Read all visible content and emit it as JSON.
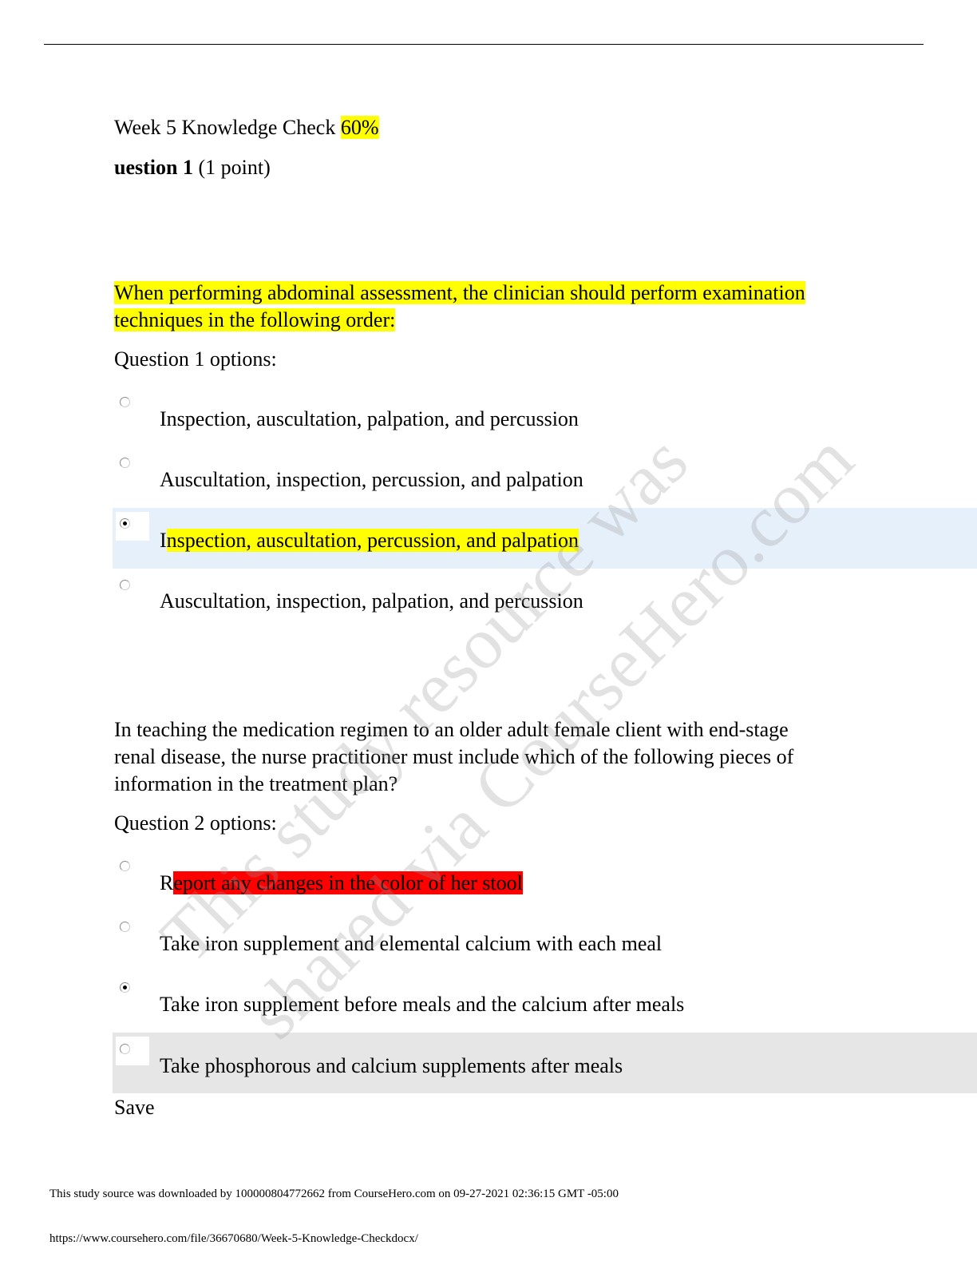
{
  "header": {
    "title": "Week 5 Knowledge Check",
    "score": "60%"
  },
  "question1": {
    "heading_bold": "uestion 1",
    "points": "(1 point)",
    "prompt": "When performing abdominal assessment, the clinician should perform examination techniques in the following order:",
    "prompt_line1": "When performing abdominal assessment, the clinician should perform examination",
    "prompt_line2": "techniques in the following order:",
    "options_label": "Question 1 options:",
    "options": [
      {
        "text": "Inspection, auscultation, palpation, and percussion",
        "selected": false
      },
      {
        "text": "Auscultation, inspection, percussion, and palpation",
        "selected": false
      },
      {
        "first": "I",
        "rest": "nspection, auscultation, percussion, and palpation",
        "selected": true
      },
      {
        "text": "Auscultation, inspection, palpation, and percussion",
        "selected": false
      }
    ]
  },
  "question2": {
    "prompt_line1": "In teaching the medication regimen to an older adult female client with end-stage",
    "prompt_line2": "renal disease, the nurse practitioner must include which of the following pieces of",
    "prompt_line3": "information in the treatment plan?",
    "options_label": "Question 2 options:",
    "options": [
      {
        "first": "R",
        "rest": "eport any changes in the color of her stool",
        "selected": false
      },
      {
        "text": "Take iron supplement and elemental calcium with each meal",
        "selected": false
      },
      {
        "text": "Take iron supplement before meals and the calcium after meals",
        "selected": true
      },
      {
        "text": "Take phosphorous and calcium supplements after meals",
        "selected": false
      }
    ]
  },
  "save_label": "Save",
  "watermark": {
    "line1": "This study resource was",
    "line2": "shared via CourseHero.com"
  },
  "footer": {
    "download_note": "This study source was downloaded by 100000804772662 from CourseHero.com on 09-27-2021 02:36:15 GMT -05:00",
    "url": "https://www.coursehero.com/file/36670680/Week-5-Knowledge-Checkdocx/"
  }
}
